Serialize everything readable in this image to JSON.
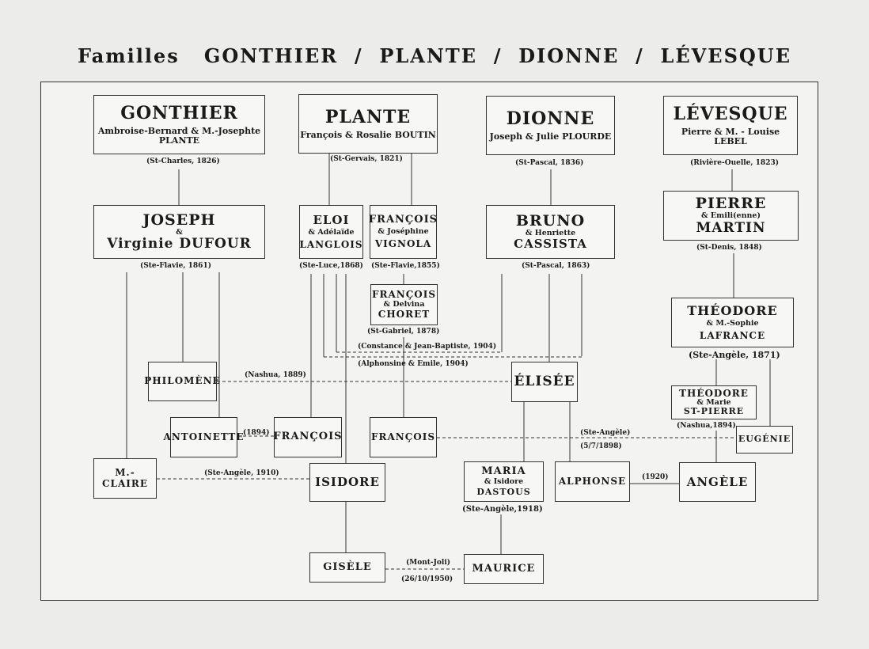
{
  "title": "Familles   GONTHIER  /  PLANTE  /  DIONNE  /  LÉVESQUE",
  "boxes": {
    "gonthier": {
      "name": "GONTHIER",
      "sub": "Ambroise-Bernard & M.-Josephte PLANTE"
    },
    "plante": {
      "name": "PLANTE",
      "sub": "François & Rosalie BOUTIN"
    },
    "dionne": {
      "name": "DIONNE",
      "sub": "Joseph & Julie PLOURDE"
    },
    "levesque": {
      "name": "LÉVESQUE",
      "sub": "Pierre & M. - Louise LEBEL"
    },
    "joseph": {
      "name": "JOSEPH",
      "amp": "&",
      "spouse": "Virginie DUFOUR"
    },
    "eloi": {
      "name": "ELOI",
      "amp": "& Adélaïde",
      "spouse": "LANGLOIS"
    },
    "francois1": {
      "name": "FRANÇOIS",
      "amp": "& Joséphine",
      "spouse": "VIGNOLA"
    },
    "bruno": {
      "name": "BRUNO",
      "amp": "& Henriette",
      "spouse": "CASSISTA"
    },
    "pierre": {
      "name": "PIERRE",
      "amp": "& Emili(enne)",
      "spouse": "MARTIN"
    },
    "francois2": {
      "name": "FRANÇOIS",
      "amp": "& Delvina",
      "spouse": "CHORET"
    },
    "theodore1": {
      "name": "THÉODORE",
      "amp": "& M.-Sophie",
      "spouse": "LAFRANCE"
    },
    "theodore2": {
      "name": "THÉODORE",
      "amp": "& Marie",
      "spouse": "ST-PIERRE"
    },
    "philomene": {
      "name": "PHILOMÈNE"
    },
    "elisee": {
      "name": "ÉLISÉE"
    },
    "antoinette": {
      "name": "ANTOINETTE"
    },
    "francois3": {
      "name": "FRANÇOIS"
    },
    "francois4": {
      "name": "FRANÇOIS"
    },
    "eugenie": {
      "name": "EUGÉNIE"
    },
    "mclaire": {
      "name": "M.-CLAIRE"
    },
    "isidore": {
      "name": "ISIDORE"
    },
    "maria": {
      "name": "MARIA",
      "amp": "& Isidore",
      "spouse": "DASTOUS"
    },
    "alphonse": {
      "name": "ALPHONSE"
    },
    "angele": {
      "name": "ANGÈLE"
    },
    "gisele": {
      "name": "GISÈLE"
    },
    "maurice": {
      "name": "MAURICE"
    }
  },
  "labels": {
    "gonthier_place": "(St-Charles, 1826)",
    "plante_place": "(St-Gervais, 1821)",
    "dionne_place": "(St-Pascal, 1836)",
    "levesque_place": "(Rivière-Ouelle, 1823)",
    "joseph_place": "(Ste-Flavie, 1861)",
    "eloi_place": "(Ste-Luce,1868)",
    "francois1_place": "(Ste-Flavie,1855)",
    "bruno_place": "(St-Pascal, 1863)",
    "pierre_place": "(St-Denis, 1848)",
    "francois2_place": "(St-Gabriel, 1878)",
    "constance": "(Constance & Jean-Baptiste, 1904)",
    "alphonsine": "(Alphonsine & Emile, 1904)",
    "theodore1_place": "(Ste-Angèle, 1871)",
    "theodore2_place": "(Nashua,1894)",
    "nashua": "(Nashua, 1889)",
    "antoinette_date": "(1894)",
    "steangele": "(Ste-Angèle)",
    "date_1898": "(5/7/1898)",
    "steangele_1910": "(Ste-Angèle, 1910)",
    "maria_place": "(Ste-Angèle,1918)",
    "alphonse_date": "(1920)",
    "montjoli": "(Mont-Joli)",
    "date_1950": "(26/10/1950)"
  }
}
